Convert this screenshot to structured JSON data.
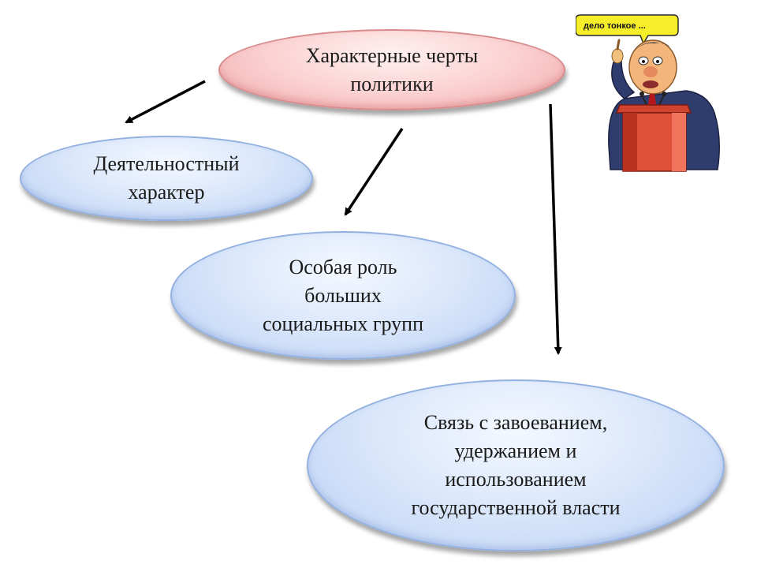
{
  "diagram": {
    "root": {
      "label": "Характерные черты\nполитики"
    },
    "children": [
      {
        "label": "Деятельностный\nхарактер"
      },
      {
        "label": "Особая роль\nбольших\nсоциальных групп"
      },
      {
        "label": "Связь с завоеванием,\nудержанием и\nиспользованием\nгосударственной власти"
      }
    ]
  },
  "illustration": {
    "speech_bubble": "дело тонкое ...",
    "subject": "speaking-politician-cartoon"
  },
  "colors": {
    "root_fill": "#fbd2d2",
    "child_fill": "#dce8fb",
    "arrow": "#000000"
  }
}
